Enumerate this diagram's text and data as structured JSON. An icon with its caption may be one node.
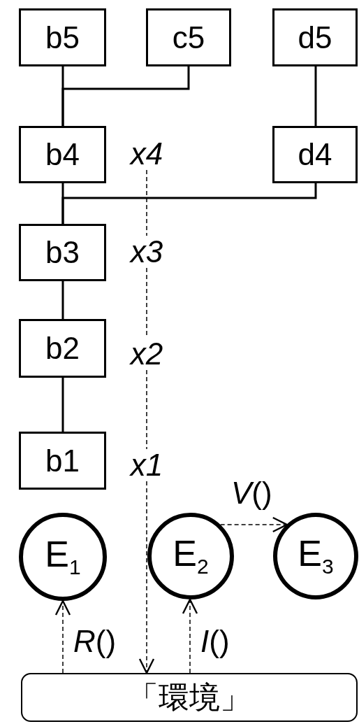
{
  "diagram": {
    "nodes": [
      {
        "text": [
          "b5"
        ]
      },
      {
        "text": [
          "c5"
        ]
      },
      {
        "text": [
          "d5"
        ]
      },
      {
        "text": [
          "b4"
        ]
      },
      {
        "text": [
          "x4"
        ]
      },
      {
        "text": [
          "d4"
        ]
      },
      {
        "text": [
          "b3"
        ]
      },
      {
        "text": [
          "x3"
        ]
      },
      {
        "text": [
          "b2"
        ]
      },
      {
        "text": [
          "x2"
        ]
      },
      {
        "text": [
          "b1"
        ]
      },
      {
        "text": [
          "x1"
        ]
      },
      {
        "text": [
          "E$_{1}$"
        ]
      },
      {
        "text": [
          "E$_{2}$"
        ]
      },
      {
        "text": [
          "E$_{3}$"
        ]
      },
      {
        "text": [
          "「環境」"
        ]
      }
    ],
    "edges": [
      {
        "from": 0,
        "to": 3,
        "arrow": "none"
      },
      {
        "from": 1,
        "to": 3,
        "arrow": "none"
      },
      {
        "from": 2,
        "to": 5,
        "arrow": "none"
      },
      {
        "from": 5,
        "to": 6,
        "arrow": "none"
      },
      {
        "from": 3,
        "to": 6,
        "arrow": "none"
      },
      {
        "from": 6,
        "to": 8,
        "arrow": "none"
      },
      {
        "from": 8,
        "to": 10,
        "arrow": "none"
      },
      {
        "from": 4,
        "to": 7,
        "arrow": "none",
        "style": "dashed"
      },
      {
        "from": 7,
        "to": 9,
        "arrow": "none",
        "style": "dashed"
      },
      {
        "from": 9,
        "to": 11,
        "arrow": "none",
        "style": "dashed"
      },
      {
        "from": 11,
        "to": 15,
        "arrow": "to",
        "style": "dashed"
      },
      {
        "from": 15,
        "to": 12,
        "arrow": "to",
        "style": "dashed",
        "label": "*R*()"
      },
      {
        "from": 15,
        "to": 13,
        "arrow": "to",
        "style": "dashed",
        "label": "*I*()"
      },
      {
        "from": 13,
        "to": 14,
        "arrow": "to",
        "style": "dashed",
        "label": "*V*()"
      }
    ]
  }
}
